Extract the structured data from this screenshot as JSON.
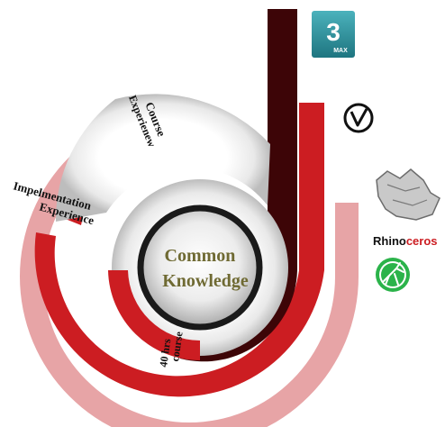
{
  "center": {
    "line1": "Common",
    "line2": "Knowledge"
  },
  "stages": {
    "course": {
      "line1": "Course",
      "line2": "Experienew"
    },
    "implementation": {
      "line1": "Impelmentation",
      "line2": "Experience"
    },
    "hours": {
      "line1": "40 hrs",
      "line2": "course"
    }
  },
  "logos": {
    "max": {
      "icon": "3ds-max-logo",
      "number": "3",
      "word": "MAX"
    },
    "vray": {
      "icon": "vray-logo"
    },
    "rhino": {
      "icon": "rhinoceros-logo",
      "word_a": "Rhino",
      "word_b": "ceros"
    },
    "grasshopper": {
      "icon": "grasshopper-logo"
    }
  },
  "colors": {
    "pink_band": "#e7a4a6",
    "red_band": "#cc1d22",
    "dark_band": "#3d0507",
    "white_band": "#f2f2f2",
    "center_ring": "#1a1a1a",
    "center_text": "#6f6a33",
    "max_logo": "#2a8c96",
    "grasshopper_green": "#2bb34a"
  }
}
